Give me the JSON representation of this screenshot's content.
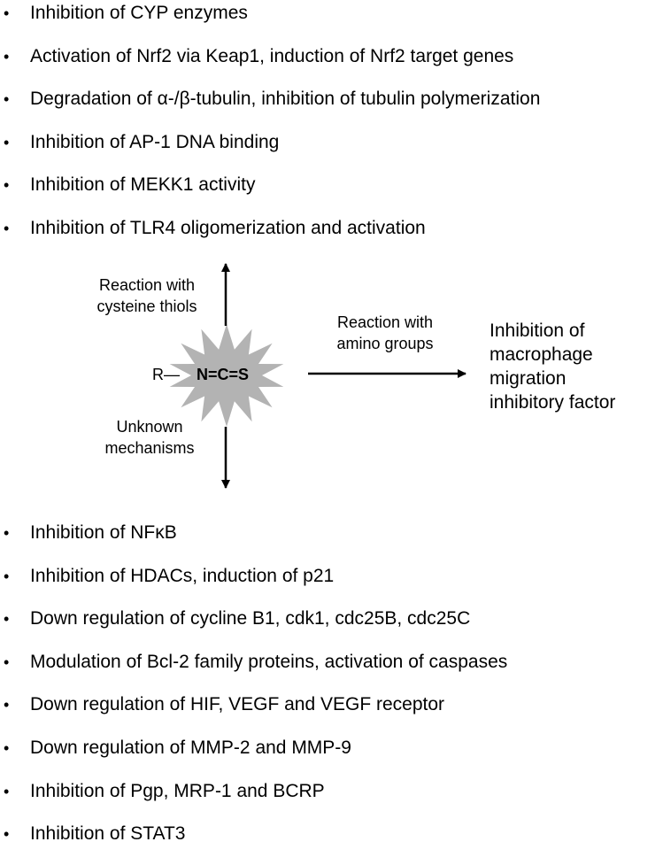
{
  "top_items": [
    "Inhibition of  CYP enzymes",
    "Activation of Nrf2 via Keap1, induction of Nrf2 target genes",
    "Degradation of α-/β-tubulin, inhibition of tubulin polymerization",
    "Inhibition of AP-1 DNA binding",
    "Inhibition of MEKK1 activity",
    "Inhibition of TLR4 oligomerization and activation"
  ],
  "bottom_items": [
    "Inhibition of NFκB",
    "Inhibition of HDACs, induction of p21",
    "Down regulation of cycline B1, cdk1, cdc25B, cdc25C",
    "Modulation of Bcl-2 family proteins, activation of caspases",
    "Down regulation of HIF, VEGF and VEGF receptor",
    "Down regulation of MMP-2 and MMP-9",
    "Inhibition of Pgp, MRP-1 and BCRP",
    "Inhibition of STAT3"
  ],
  "bullet_glyph": "•",
  "diagram": {
    "molecule_r": "R—",
    "molecule_core": "N=C=S",
    "up_label_line1": "Reaction with",
    "up_label_line2": "cysteine thiols",
    "down_label_line1": "Unknown",
    "down_label_line2": "mechanisms",
    "right_label_line1": "Reaction with",
    "right_label_line2": "amino groups",
    "result_line1": "Inhibition of",
    "result_line2": "macrophage",
    "result_line3": "migration",
    "result_line4": "inhibitory factor",
    "star_color": "#b3b3b3",
    "arrow_color": "#000000"
  }
}
